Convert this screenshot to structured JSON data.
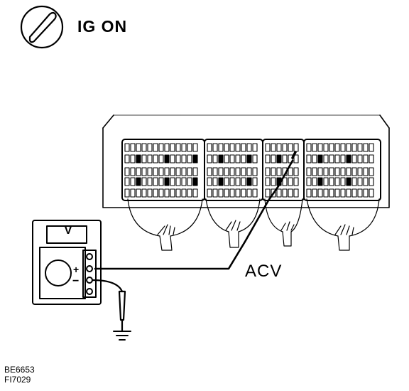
{
  "ignition": {
    "label": "IG ON",
    "icon": "ignition-key-icon"
  },
  "probe_label": "ACV",
  "meter": {
    "mode_label": "V",
    "plus": "+",
    "minus": "−"
  },
  "figure_codes": [
    "BE6653",
    "FI7029"
  ]
}
